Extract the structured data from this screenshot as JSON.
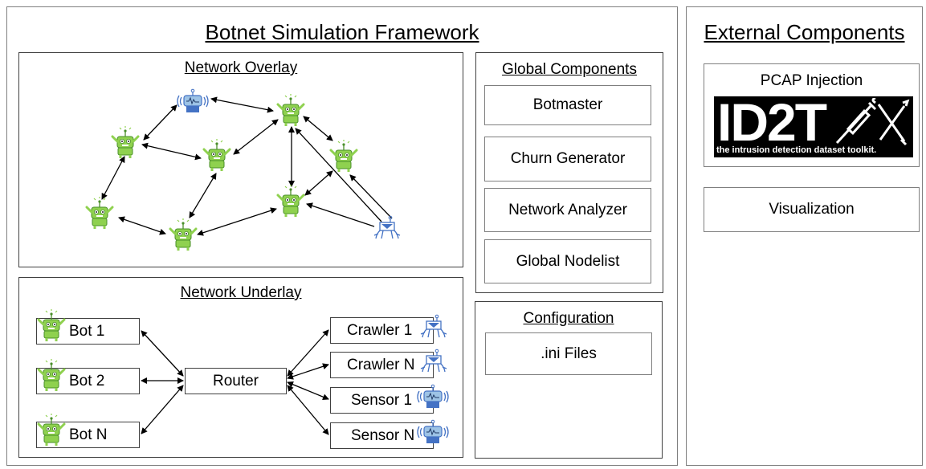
{
  "framework": {
    "title": "Botnet Simulation Framework"
  },
  "external": {
    "title": "External Components",
    "pcap_label": "PCAP Injection",
    "logo_text": "ID2T",
    "logo_tagline": "the intrusion detection dataset toolkit.",
    "visualization_label": "Visualization"
  },
  "overlay": {
    "title": "Network Overlay"
  },
  "underlay": {
    "title": "Network Underlay",
    "router": "Router",
    "bots": [
      "Bot 1",
      "Bot 2",
      "Bot N"
    ],
    "monitors": [
      "Crawler 1",
      "Crawler N",
      "Sensor 1",
      "Sensor N"
    ]
  },
  "global": {
    "title": "Global Components",
    "items": [
      "Botmaster",
      "Churn Generator",
      "Network Analyzer",
      "Global Nodelist"
    ]
  },
  "config": {
    "title": "Configuration",
    "items": [
      ".ini Files"
    ]
  },
  "colors": {
    "bot": "#8fd14f",
    "bot_dark": "#4a8f2a",
    "monitor": "#4472c4",
    "border": "#7f7f7f"
  },
  "icons": {
    "bot": "green-bot-icon",
    "crawler": "blue-crawler-spider-icon",
    "sensor": "blue-sensor-radio-icon"
  }
}
